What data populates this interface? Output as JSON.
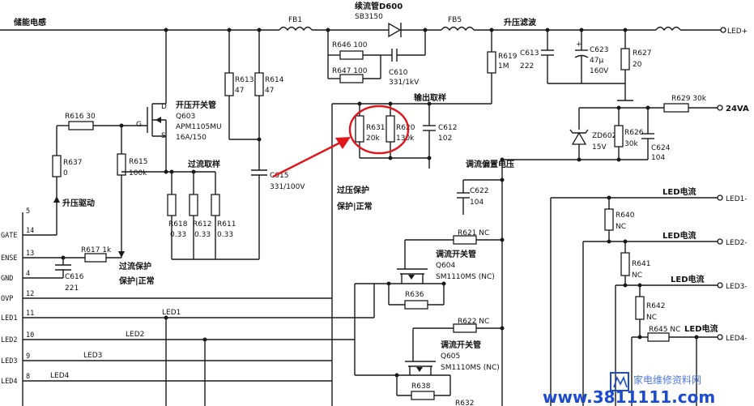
{
  "labels": {
    "energy_inductor": "储能电感",
    "fb1": "FB1",
    "schottky_title": "续流管D600",
    "schottky_part": "SB3150",
    "fb5": "FB5",
    "boost_filter": "升压滤波",
    "led_plus": "LED+",
    "r646": "R646 100",
    "r647": "R647 100",
    "c610": "C610",
    "c610_val": "331/1kV",
    "r619": "R619",
    "r619_val": "1M",
    "c613": "C613",
    "c613_val": "222",
    "c623": "C623",
    "c623_val1": "47μ",
    "c623_val2": "160V",
    "r627": "R627",
    "r627_val": "20",
    "r613": "R613",
    "r613_val": "47",
    "r614": "R614",
    "r614_val": "47",
    "output_sample": "输出取样",
    "r629": "R629 30k",
    "v24a": "24VA",
    "boost_switch": "开压开关管",
    "q603": "Q603",
    "q603_part": "APM1105MU",
    "q603_rating": "16A/150",
    "pin_d": "D",
    "pin_g": "G",
    "pin_s": "S",
    "r616": "R616 30",
    "r631": "R631",
    "r631_val": "20k",
    "r620": "R620",
    "r620_val": "130k",
    "c612": "C612",
    "c612_val": "102",
    "zd602": "ZD602",
    "zd602_val": "15V",
    "r626": "R626",
    "r626_val": "30k",
    "c624": "C624",
    "c624_val": "104",
    "r637": "R637",
    "r637_val": "0",
    "r615": "R615",
    "r615_val": "100k",
    "overcurrent_sample": "过流取样",
    "c615": "C615",
    "c615_val": "331/100V",
    "bias_voltage": "调流偏置电压",
    "ovp_label": "过压保护",
    "ovp_state": "保护|正常",
    "boost_drive": "升压驱动",
    "r618": "R618",
    "r612": "R612",
    "r611": "R611",
    "r_val_033": "0.33",
    "c622": "C622",
    "c622_val": "104",
    "led1_current": "LED电流",
    "led1_minus": "LED1-",
    "r640": "R640",
    "nc": "NC",
    "led2_current": "LED电流",
    "led2_minus": "LED2-",
    "r621": "R621 NC",
    "r617": "R617 1k",
    "oc_protect": "过流保护",
    "oc_state": "保护|正常",
    "reg_switch_a": "调流开关管",
    "q604": "Q604",
    "q604_part": "SM1110MS (NC)",
    "c616": "C616",
    "c616_val": "221",
    "r641": "R641",
    "led3_current": "LED电流",
    "led3_minus": "LED3-",
    "r636": "R636",
    "r642": "R642",
    "led1_line": "LED1",
    "r622": "R622 NC",
    "r645": "R645 NC",
    "led4_current": "LED电流",
    "led4_minus": "LED4-",
    "led2_line": "LED2",
    "reg_switch_b": "调流开关管",
    "q605": "Q605",
    "q605_part": "SM1110MS (NC)",
    "led3_line": "LED3",
    "r638": "R638",
    "led4_line": "LED4",
    "r632": "R632"
  },
  "ic_pins": [
    {
      "num": "5",
      "name": ""
    },
    {
      "num": "14",
      "name": "GATE"
    },
    {
      "num": "13",
      "name": "ENSE"
    },
    {
      "num": "4",
      "name": "GND"
    },
    {
      "num": "12",
      "name": "OVP"
    },
    {
      "num": "11",
      "name": "LED1"
    },
    {
      "num": "10",
      "name": "LED2"
    },
    {
      "num": "9",
      "name": "LED3"
    },
    {
      "num": "8",
      "name": "LED4"
    }
  ],
  "watermark": {
    "site_cn": "家电维修资料网",
    "url": "www.3811111.com"
  },
  "colors": {
    "line": "#1a1a1a",
    "highlight": "#e0161b",
    "watermark": "#1c4bd0"
  }
}
